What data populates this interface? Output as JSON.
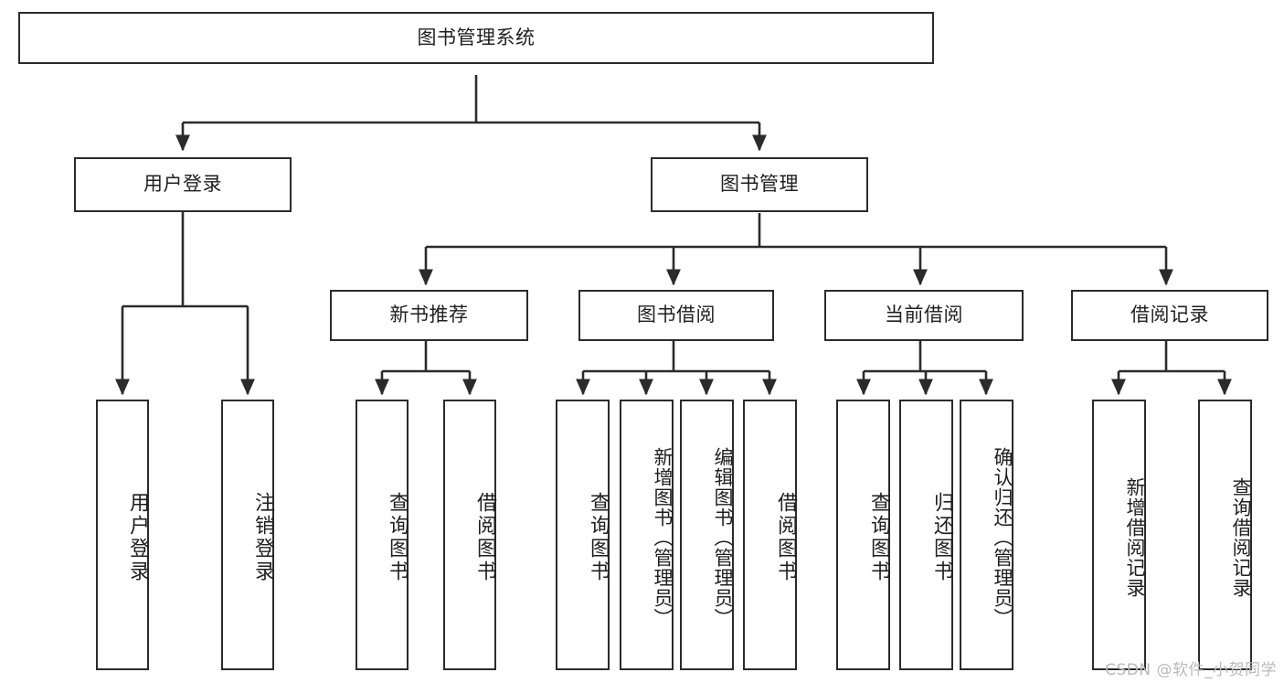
{
  "diagram": {
    "title": "图书管理系统",
    "type": "tree-hierarchy-diagram",
    "watermark": "CSDN @软件_小贺同学",
    "colors": {
      "stroke": "#2b2b2b",
      "fill": "#ffffff",
      "text": "#1f1f1f",
      "watermark": "#b9b9b9"
    }
  },
  "nodes": {
    "root": {
      "label": "图书管理系统"
    },
    "level1": [
      {
        "label": "用户登录"
      },
      {
        "label": "图书管理"
      }
    ],
    "level2": [
      {
        "label": "新书推荐"
      },
      {
        "label": "图书借阅"
      },
      {
        "label": "当前借阅"
      },
      {
        "label": "借阅记录"
      }
    ],
    "leaves": {
      "user_login": [
        {
          "label": "用户登录"
        },
        {
          "label": "注销登录"
        }
      ],
      "new_book_recommend": [
        {
          "label": "查询图书"
        },
        {
          "label": "借阅图书"
        }
      ],
      "book_borrow": [
        {
          "label": "查询图书"
        },
        {
          "label": "新增图书（管理员）"
        },
        {
          "label": "编辑图书（管理员）"
        },
        {
          "label": "借阅图书"
        }
      ],
      "current_borrow": [
        {
          "label": "查询图书"
        },
        {
          "label": "归还图书"
        },
        {
          "label": "确认归还（管理员）"
        }
      ],
      "borrow_records": [
        {
          "label": "新增借阅记录"
        },
        {
          "label": "查询借阅记录"
        }
      ]
    }
  }
}
